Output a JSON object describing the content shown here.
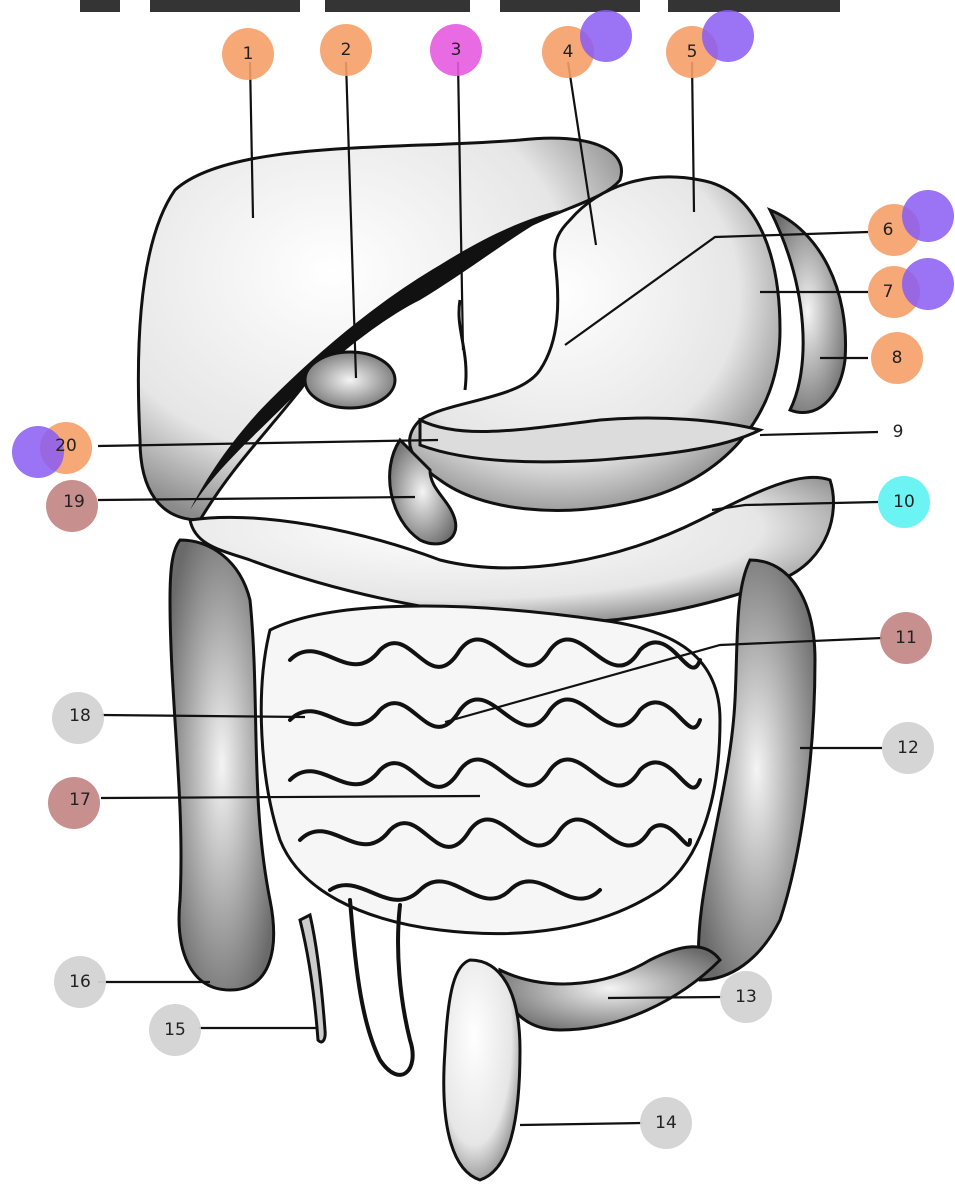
{
  "diagram": {
    "type": "labeled anatomy diagram",
    "labels": [
      {
        "id": "1",
        "text": "1",
        "color": "#F5A068"
      },
      {
        "id": "2",
        "text": "2",
        "color": "#F5A068"
      },
      {
        "id": "3",
        "text": "3",
        "color": "#E55BE0"
      },
      {
        "id": "4",
        "text": "4",
        "color": "#F5A068"
      },
      {
        "id": "5",
        "text": "5",
        "color": "#F5A068"
      },
      {
        "id": "6",
        "text": "6",
        "color": "#F5A068"
      },
      {
        "id": "7",
        "text": "7",
        "color": "#F5A068"
      },
      {
        "id": "8",
        "text": "8",
        "color": "#F5A068"
      },
      {
        "id": "9",
        "text": "9",
        "color": ""
      },
      {
        "id": "10",
        "text": "10",
        "color": "#5CF2F2"
      },
      {
        "id": "11",
        "text": "11",
        "color": "#C28383"
      },
      {
        "id": "12",
        "text": "12",
        "color": "#D3D3D3"
      },
      {
        "id": "13",
        "text": "13",
        "color": "#D3D3D3"
      },
      {
        "id": "14",
        "text": "14",
        "color": "#D3D3D3"
      },
      {
        "id": "15",
        "text": "15",
        "color": "#D3D3D3"
      },
      {
        "id": "16",
        "text": "16",
        "color": "#D3D3D3"
      },
      {
        "id": "17",
        "text": "17",
        "color": "#C28383"
      },
      {
        "id": "18",
        "text": "18",
        "color": "#D3D3D3"
      },
      {
        "id": "19",
        "text": "19",
        "color": "#C28383"
      },
      {
        "id": "20",
        "text": "20",
        "color": "#F5A068"
      }
    ],
    "overlay_color": "#8A5CF5"
  }
}
